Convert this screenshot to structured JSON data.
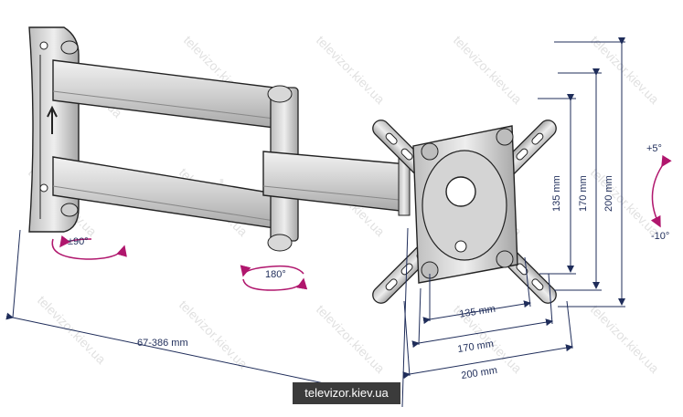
{
  "watermark": {
    "text": "televizor.kiev.ua",
    "ghost_mark": "k",
    "badge_text": "televizor.kiev.ua"
  },
  "dimensions": {
    "reach": "67-386 mm",
    "horizontal_135": "135 mm",
    "horizontal_170": "170 mm",
    "horizontal_200": "200 mm",
    "vertical_135": "135 mm",
    "vertical_170": "170 mm",
    "vertical_200": "200 mm"
  },
  "angles": {
    "wall_swivel": "±90°",
    "arm_swivel": "180°",
    "tilt_up": "+5°",
    "tilt_down": "-10°"
  },
  "colors": {
    "dimension_lines": "#1f2d5a",
    "rotation_arrows": "#b0166d",
    "metal_light": "#d9d9d9",
    "metal_shadow": "#9a9a9a",
    "outline": "#222222"
  }
}
